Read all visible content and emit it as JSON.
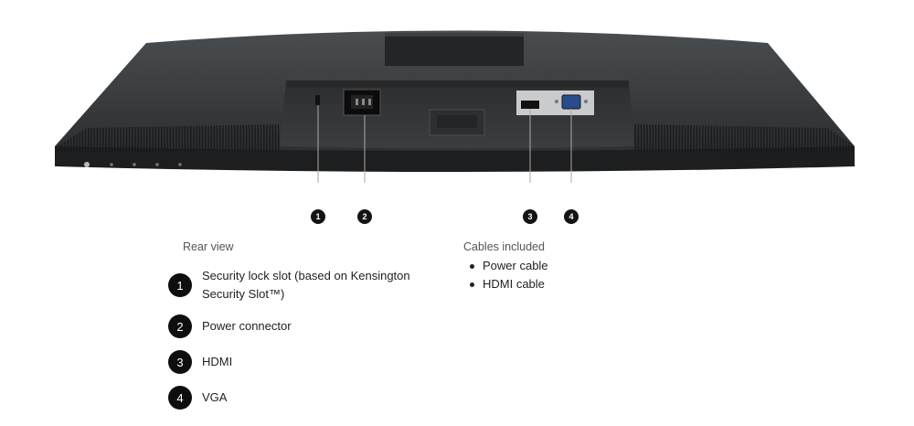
{
  "callouts": [
    "1",
    "2",
    "3",
    "4"
  ],
  "rear_view": {
    "title": "Rear view",
    "items": [
      {
        "number": "1",
        "label": "Security lock slot (based on Kensington Security Slot™)"
      },
      {
        "number": "2",
        "label": "Power connector"
      },
      {
        "number": "3",
        "label": "HDMI"
      },
      {
        "number": "4",
        "label": "VGA"
      }
    ]
  },
  "cables": {
    "title": "Cables included",
    "items": [
      "Power cable",
      "HDMI cable"
    ]
  },
  "colors": {
    "monitor_body": "#2f3133",
    "badge": "#111111",
    "background": "#ffffff"
  }
}
